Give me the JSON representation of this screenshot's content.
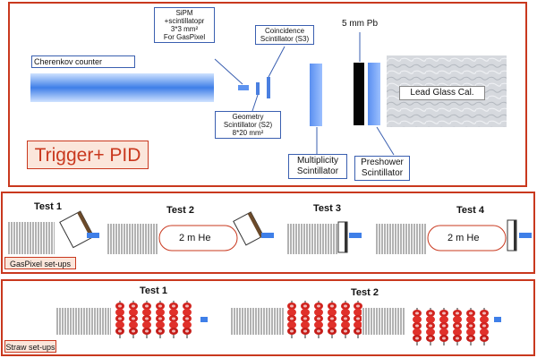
{
  "trigger": {
    "title": "Trigger+ PID",
    "cherenkov": "Cherenkov counter",
    "sipm": "SiPM\n+scintillatopr\n3*3 mm²\nFor GasPixel",
    "coincidence": "Coincidence\nScintillator (S3)",
    "geometry": "Geometry\nScintillator (S2)\n8*20 mm²",
    "multiplicity": "Multiplicity\nScintillator",
    "lead": "5 mm Pb",
    "preshower": "Preshower\nScintillator",
    "leadglass": "Lead Glass Cal."
  },
  "gaspixel": {
    "label": "GasPixel set-ups",
    "tests": [
      "Test 1",
      "Test 2",
      "Test 3",
      "Test 4"
    ],
    "he_labels": [
      "2 m He",
      "2 m He"
    ]
  },
  "straw": {
    "label": "Straw set-ups",
    "tests": [
      "Test 1",
      "Test 2"
    ]
  },
  "colors": {
    "frame": "#c9381e",
    "beam": "#4a86e8",
    "straw": "#c81e1e"
  }
}
